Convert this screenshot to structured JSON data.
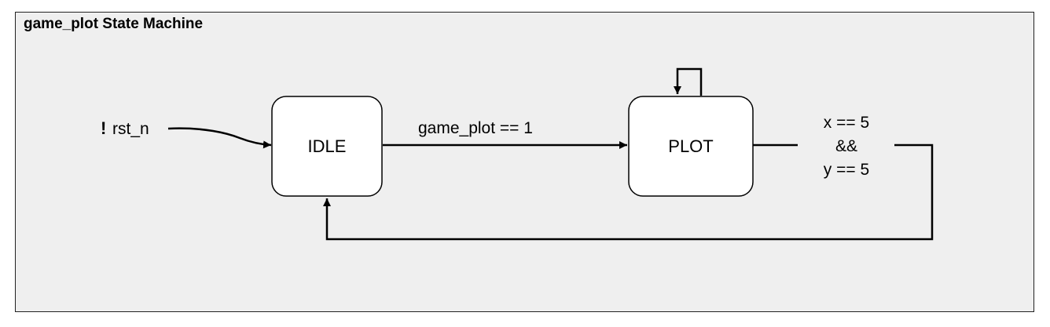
{
  "diagram": {
    "title": "game_plot State Machine",
    "states": {
      "idle": {
        "label": "IDLE"
      },
      "plot": {
        "label": "PLOT"
      }
    },
    "reset": {
      "bang": "!",
      "signal": "rst_n"
    },
    "transitions": {
      "idle_to_plot": {
        "label": "game_plot == 1"
      },
      "plot_to_idle": {
        "line1": "x == 5",
        "line2": "&&",
        "line3": "y == 5"
      }
    }
  }
}
